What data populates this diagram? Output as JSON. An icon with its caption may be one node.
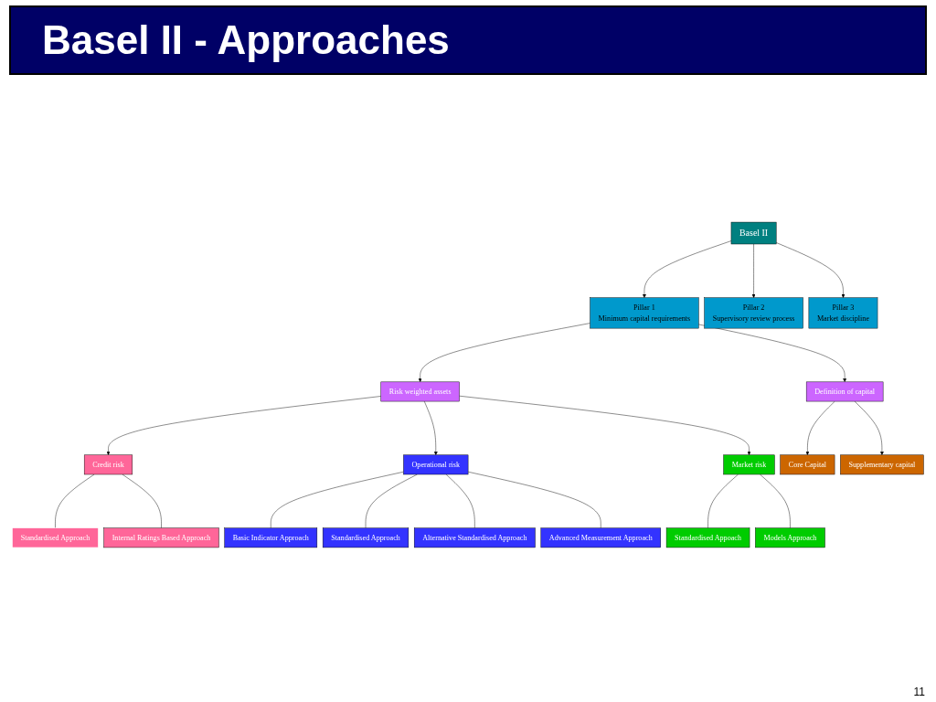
{
  "diagram": {
    "title": "Basel II - Approaches",
    "nodes": [
      {
        "text": [
          "Basel II"
        ]
      },
      {
        "text": [
          "Pillar 1",
          "Minimum capital requirements"
        ]
      },
      {
        "text": [
          "Pillar 2",
          "Supervisory review process"
        ]
      },
      {
        "text": [
          "Pillar 3",
          "Market discipline"
        ]
      },
      {
        "text": [
          "Risk weighted assets"
        ]
      },
      {
        "text": [
          "Definition of capital"
        ]
      },
      {
        "text": [
          "Credit risk"
        ]
      },
      {
        "text": [
          "Operational risk"
        ]
      },
      {
        "text": [
          "Market risk"
        ]
      },
      {
        "text": [
          "Core Capital"
        ]
      },
      {
        "text": [
          "Supplementary capital"
        ]
      },
      {
        "text": [
          "Standardised Approach"
        ]
      },
      {
        "text": [
          "Internal Ratings Based Approach"
        ]
      },
      {
        "text": [
          "Basic Indicator Approach"
        ]
      },
      {
        "text": [
          "Standardised Approach"
        ]
      },
      {
        "text": [
          "Alternative Standardised Approach"
        ]
      },
      {
        "text": [
          "Advanced Measurement Approach"
        ]
      },
      {
        "text": [
          "Standardised Appoach"
        ]
      },
      {
        "text": [
          "Models Approach"
        ]
      }
    ],
    "edges": [
      {
        "from": 0,
        "to": 1,
        "arrow": "to"
      },
      {
        "from": 0,
        "to": 2,
        "arrow": "to"
      },
      {
        "from": 0,
        "to": 3,
        "arrow": "to"
      },
      {
        "from": 1,
        "to": 4,
        "arrow": "to"
      },
      {
        "from": 1,
        "to": 5,
        "arrow": "to"
      },
      {
        "from": 4,
        "to": 6,
        "arrow": "to"
      },
      {
        "from": 4,
        "to": 7,
        "arrow": "to"
      },
      {
        "from": 4,
        "to": 8,
        "arrow": "to"
      },
      {
        "from": 5,
        "to": 9,
        "arrow": "to"
      },
      {
        "from": 5,
        "to": 10,
        "arrow": "to"
      },
      {
        "from": 6,
        "to": 11,
        "arrow": "none"
      },
      {
        "from": 6,
        "to": 12,
        "arrow": "none"
      },
      {
        "from": 7,
        "to": 13,
        "arrow": "none"
      },
      {
        "from": 7,
        "to": 14,
        "arrow": "none"
      },
      {
        "from": 7,
        "to": 15,
        "arrow": "none"
      },
      {
        "from": 7,
        "to": 16,
        "arrow": "none"
      },
      {
        "from": 8,
        "to": 17,
        "arrow": "none"
      },
      {
        "from": 8,
        "to": 18,
        "arrow": "none"
      }
    ],
    "labels": [
      "11"
    ]
  }
}
